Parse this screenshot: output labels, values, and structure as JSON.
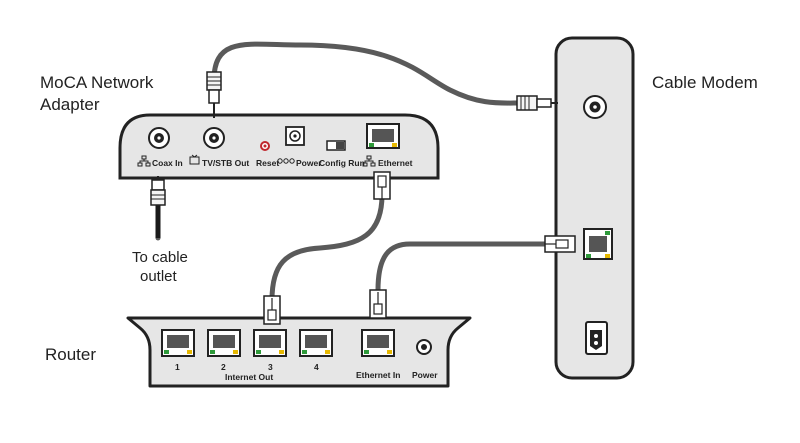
{
  "labels": {
    "moca_line1": "MoCA Network",
    "moca_line2": "Adapter",
    "cable_modem": "Cable Modem",
    "router": "Router",
    "to_cable_line1": "To cable",
    "to_cable_line2": "outlet"
  },
  "moca_ports": {
    "coax_in": "Coax In",
    "tv_stb_out": "TV/STB Out",
    "reset": "Reset",
    "power": "Power",
    "config_run": "Config Run",
    "ethernet": "Ethernet"
  },
  "router_ports": {
    "port1": "1",
    "port2": "2",
    "port3": "3",
    "port4": "4",
    "internet_out": "Internet Out",
    "ethernet_in": "Ethernet In",
    "power": "Power"
  },
  "colors": {
    "cable": "#5a5a5a",
    "device_fill": "#e6e6e6",
    "device_stroke": "#222222",
    "led_green": "#2e9a3a",
    "led_yellow": "#e6b800",
    "reset_red": "#c0272d"
  },
  "icons": [
    "network-icon",
    "tv-icon",
    "ethernet-port-icon",
    "coax-port-icon",
    "power-socket-icon"
  ]
}
